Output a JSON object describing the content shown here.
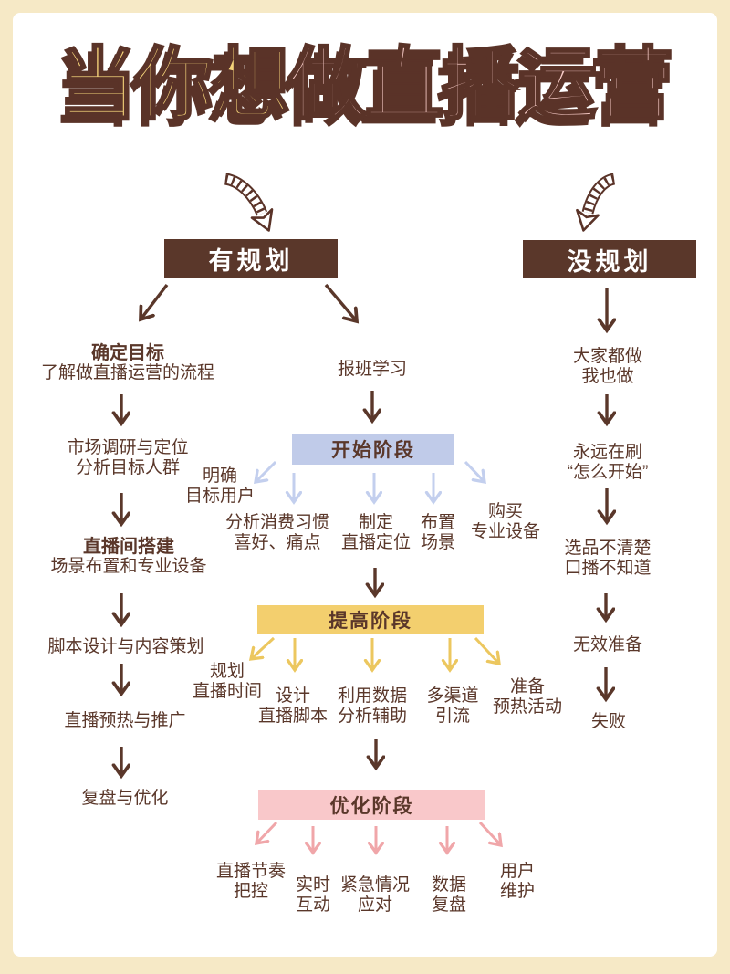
{
  "title": {
    "part1": "当你想",
    "part2": "做直播运营"
  },
  "branches": {
    "planned": "有规划",
    "unplanned": "没规划"
  },
  "left_flow": [
    {
      "line1": "确定目标",
      "line2": "了解做直播运营的流程"
    },
    {
      "line1": "市场调研与定位",
      "line2": "分析目标人群"
    },
    {
      "line1": "直播间搭建",
      "line2": "场景布置和专业设备"
    },
    {
      "line1": "脚本设计与内容策划",
      "line2": ""
    },
    {
      "line1": "直播预热与推广",
      "line2": ""
    },
    {
      "line1": "复盘与优化",
      "line2": ""
    }
  ],
  "middle_flow": {
    "entry": "报班学习",
    "phases": [
      {
        "label": "开始阶段",
        "color": "#c0cbe9",
        "arrow_color": "#c3cfee",
        "items": [
          {
            "line1": "明确",
            "line2": "目标用户"
          },
          {
            "line1": "分析消费习惯",
            "line2": "喜好、痛点"
          },
          {
            "line1": "制定",
            "line2": "直播定位"
          },
          {
            "line1": "布置",
            "line2": "场景"
          },
          {
            "line1": "购买",
            "line2": "专业设备"
          }
        ]
      },
      {
        "label": "提高阶段",
        "color": "#f3cf6e",
        "arrow_color": "#ecc75f",
        "items": [
          {
            "line1": "规划",
            "line2": "直播时间"
          },
          {
            "line1": "设计",
            "line2": "直播脚本"
          },
          {
            "line1": "利用数据",
            "line2": "分析辅助"
          },
          {
            "line1": "多渠道",
            "line2": "引流"
          },
          {
            "line1": "准备",
            "line2": "预热活动"
          }
        ]
      },
      {
        "label": "优化阶段",
        "color": "#f9c8ca",
        "arrow_color": "#f0a6a9",
        "items": [
          {
            "line1": "直播节奏",
            "line2": "把控"
          },
          {
            "line1": "实时",
            "line2": "互动"
          },
          {
            "line1": "紧急情况",
            "line2": "应对"
          },
          {
            "line1": "数据",
            "line2": "复盘"
          },
          {
            "line1": "用户",
            "line2": "维护"
          }
        ]
      }
    ]
  },
  "right_flow": [
    {
      "line1": "大家都做",
      "line2": "我也做"
    },
    {
      "line1": "永远在刷",
      "line2": "“怎么开始”"
    },
    {
      "line1": "选品不清楚",
      "line2": "口播不知道"
    },
    {
      "line1": "无效准备",
      "line2": ""
    },
    {
      "line1": "失败",
      "line2": ""
    }
  ],
  "colors": {
    "page_border": "#f6e9c6",
    "card": "#ffffff",
    "brown": "#5a372a",
    "title_yellow": "#f5d47a",
    "title_pink": "#f9cdc9"
  }
}
